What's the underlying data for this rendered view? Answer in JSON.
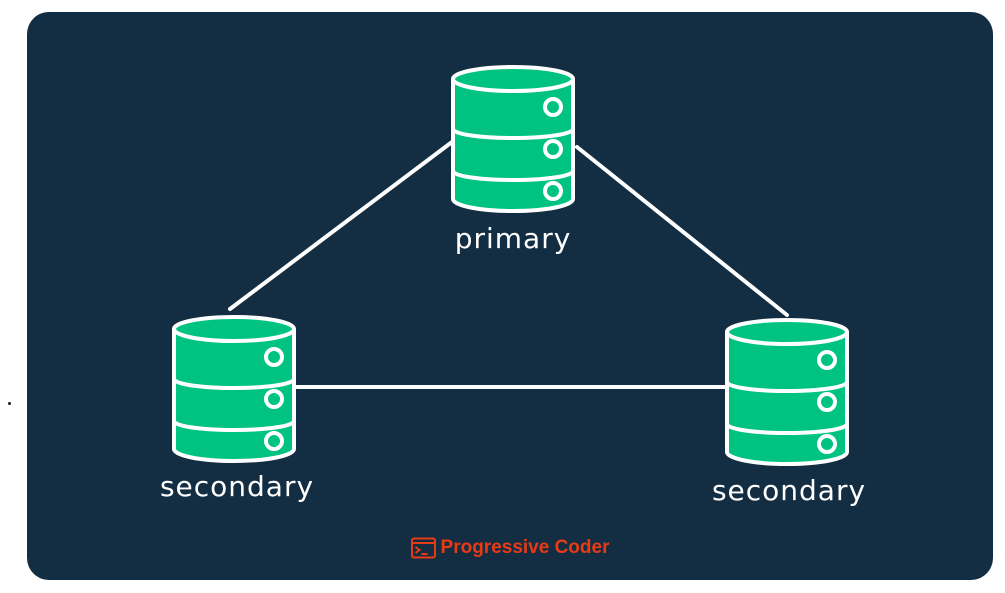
{
  "diagram": {
    "nodes": [
      {
        "id": "primary",
        "label": "primary"
      },
      {
        "id": "secondary_left",
        "label": "secondary"
      },
      {
        "id": "secondary_right",
        "label": "secondary"
      }
    ],
    "edges": [
      {
        "from": "primary",
        "to": "secondary_left"
      },
      {
        "from": "primary",
        "to": "secondary_right"
      },
      {
        "from": "secondary_left",
        "to": "secondary_right"
      }
    ]
  },
  "brand": {
    "name": "Progressive Coder",
    "icon": "terminal-window-icon"
  },
  "colors": {
    "background": "#132e42",
    "database_fill": "#00c281",
    "stroke": "#ffffff",
    "brand": "#e83a14"
  }
}
